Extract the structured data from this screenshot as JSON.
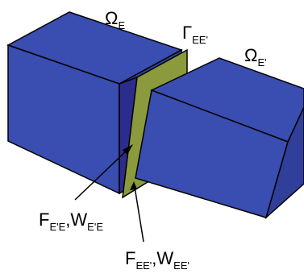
{
  "colors": {
    "block_front": "#3a4db0",
    "block_top": "#3a4db0",
    "block_side": "#2f3f9a",
    "interface_dark": "#2c2c8c",
    "interface_olive": "#8a9a3c",
    "stroke": "#000000"
  },
  "labels": {
    "omega_e": {
      "main": "Ω",
      "sub": "E"
    },
    "omega_e_prime": {
      "main": "Ω",
      "sub": "E'"
    },
    "gamma": {
      "main": "Γ",
      "sub": "EE'"
    },
    "f_w_lower_left": {
      "f": "F",
      "f_sub": "E'E",
      "sep": ",",
      "w": "W",
      "w_sub": "E'E"
    },
    "f_w_lower_right": {
      "f": "F",
      "f_sub": "EE'",
      "sep": ",",
      "w": "W",
      "w_sub": "EE'"
    }
  }
}
